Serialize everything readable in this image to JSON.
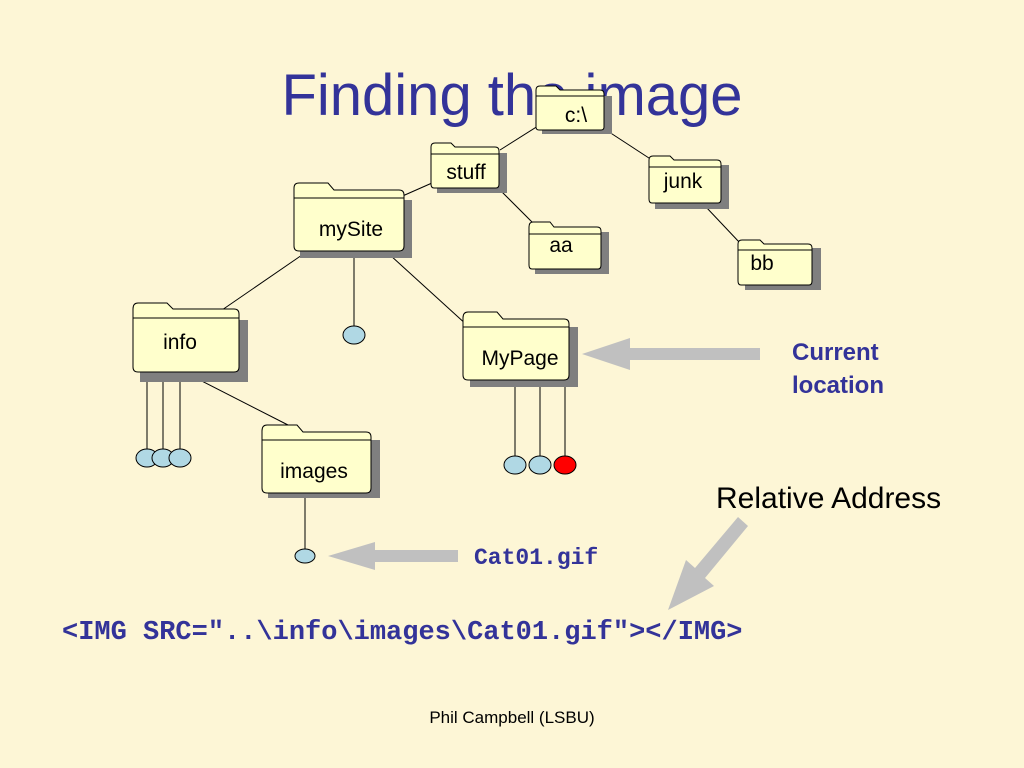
{
  "title": "Finding the image",
  "folders": {
    "c": "c:\\",
    "stuff": "stuff",
    "junk": "junk",
    "mySite": "mySite",
    "aa": "aa",
    "bb": "bb",
    "info": "info",
    "MyPage": "MyPage",
    "images": "images"
  },
  "current_location": {
    "line1": "Current",
    "line2": "location"
  },
  "relative_address": "Relative Address",
  "target_file": "Cat01.gif",
  "code_line": "<IMG SRC=\"..\\info\\images\\Cat01.gif\"></IMG>",
  "footer": "Phil Campbell (LSBU)",
  "colors": {
    "background": "#fdf6d6",
    "title": "#333399",
    "folder_fill": "#ffffcc",
    "folder_shadow": "#7f7f7f",
    "file_node": "#b0d8e4",
    "file_target": "#ff0000",
    "arrow": "#c0c0c0"
  }
}
